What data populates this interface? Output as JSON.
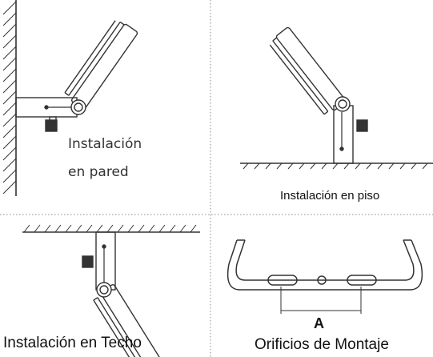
{
  "labels": {
    "wall_line1": "Instalación",
    "wall_line2": "en pared",
    "floor": "Instalación en piso",
    "ceiling": "Instalación en Techo",
    "holes": "Orificios de Montaje",
    "dimension": "A"
  },
  "colors": {
    "stroke": "#333333",
    "divider": "#888888",
    "text": "#111111"
  }
}
